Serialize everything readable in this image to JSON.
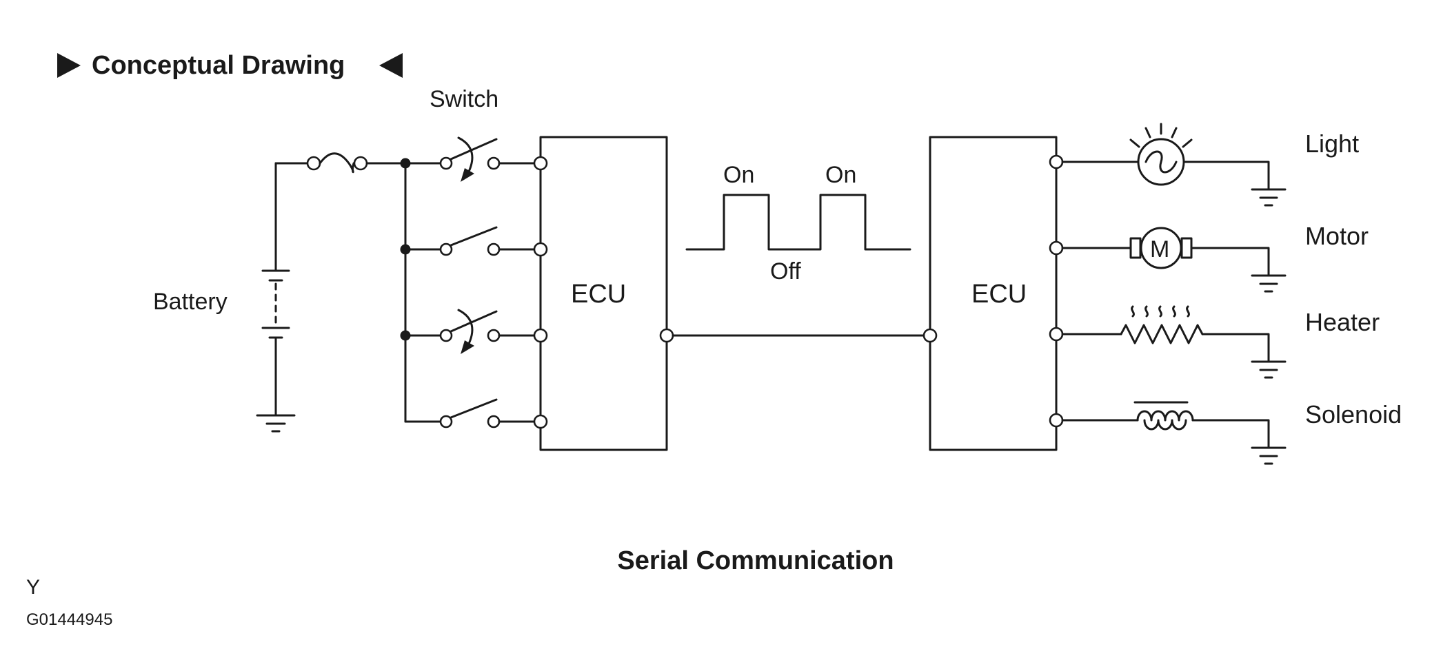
{
  "header": {
    "title": "Conceptual Drawing"
  },
  "labels": {
    "switch": "Switch",
    "battery": "Battery",
    "ecu_left": "ECU",
    "ecu_right": "ECU",
    "signal_on_1": "On",
    "signal_on_2": "On",
    "signal_off": "Off"
  },
  "loads": [
    {
      "label": "Light",
      "icon": "lamp-icon"
    },
    {
      "label": "Motor",
      "icon": "motor-icon"
    },
    {
      "label": "Heater",
      "icon": "heater-icon"
    },
    {
      "label": "Solenoid",
      "icon": "solenoid-icon"
    }
  ],
  "caption": "Serial Communication",
  "footer": {
    "code_letter": "Y",
    "figure_id": "G01444945"
  }
}
